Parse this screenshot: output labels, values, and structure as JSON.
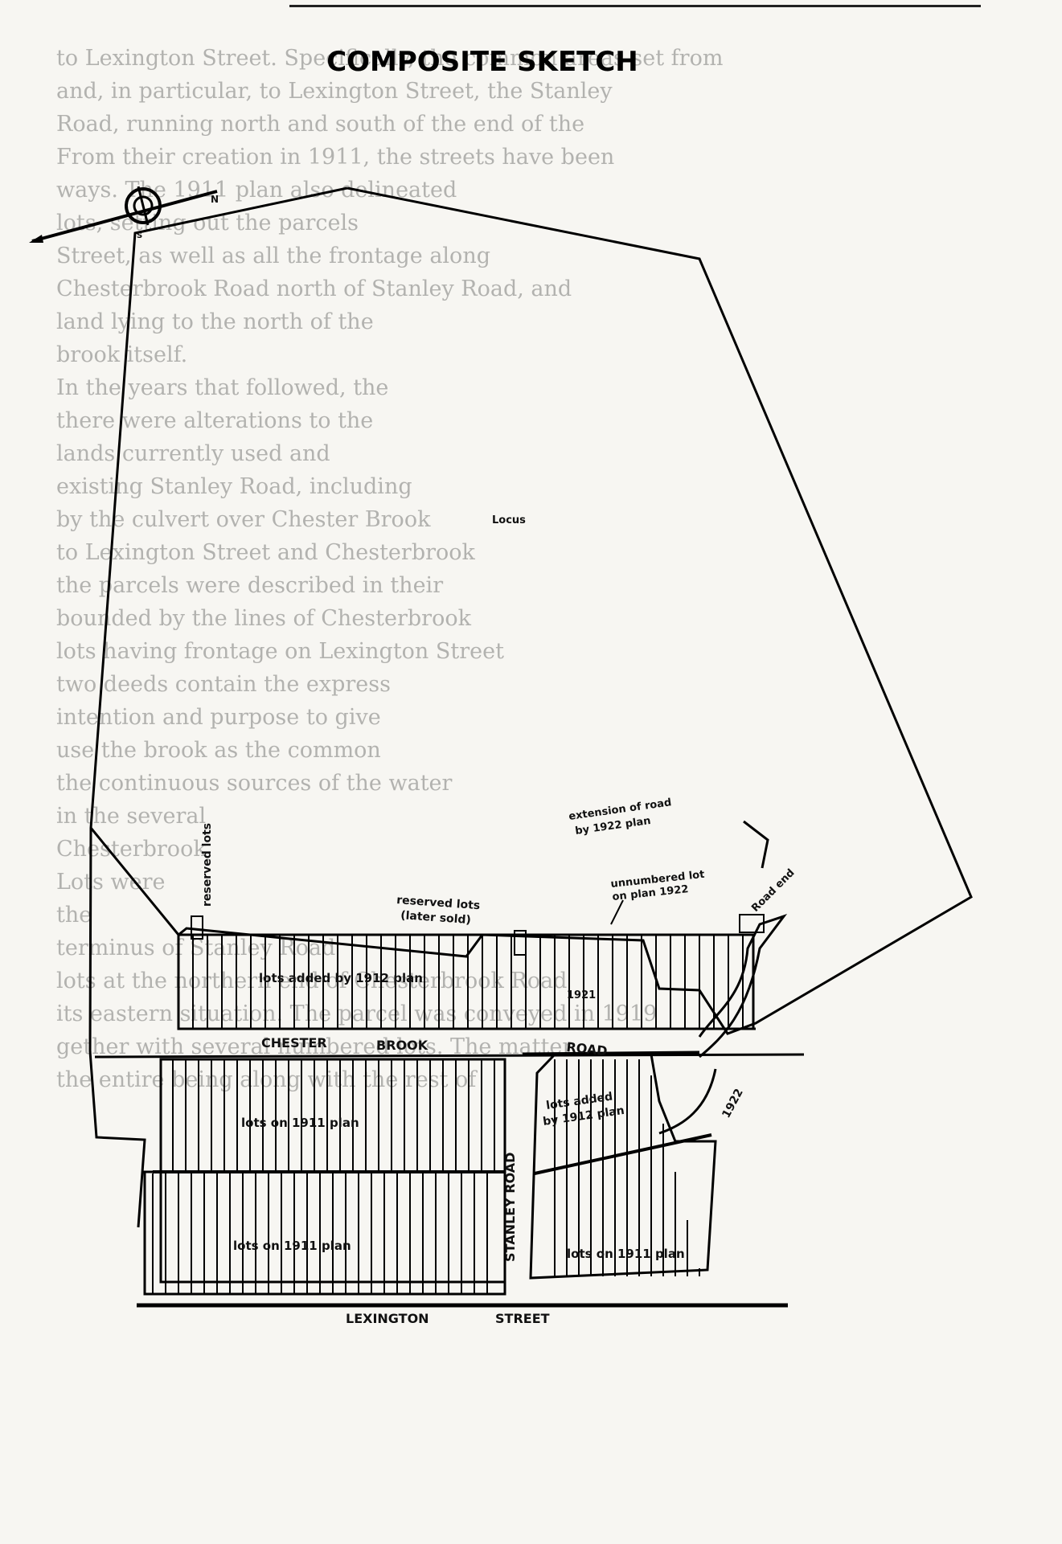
{
  "title": "COMPOSITE SKETCH",
  "labels": {
    "locus": "Locus",
    "reserved_lots_vertical": "reserved lots",
    "reserved_lots_mid": "reserved lots",
    "reserved_lots_mid2": "(later sold)",
    "lots_added_1912_top": "lots added by 1912 plan",
    "chester": "CHESTER",
    "brook": "BROOK",
    "road_chester": "ROAD",
    "lots_1911_a": "lots on 1911 plan",
    "lots_1911_b": "lots on 1911 plan",
    "lots_1911_c": "lots on 1911 plan",
    "lots_added_1912_right_1": "lots added",
    "lots_added_1912_right_2": "by 1912 plan",
    "stanley_road": "STANLEY ROAD",
    "lexington_street": "LEXINGTON",
    "lexington_street_2": "STREET",
    "extension_1": "extension of road",
    "extension_2": "by 1922 plan",
    "unnumbered_1": "unnumbered lot",
    "unnumbered_2": "on plan 1922",
    "road_end": "Road end",
    "year_1922": "1922",
    "lot_ref": "1921"
  },
  "ghost_text_lines": [
    "to Lexington Street. Specifically, the common areas set from",
    "and, in particular, to Lexington Street, the Stanley",
    "Road, running north and south of the end of the",
    "From their creation in 1911, the streets have been",
    "ways. The 1911 plan also delineated",
    "lots, setting out the parcels",
    "Street, as well as all the frontage along",
    "Chesterbrook Road north of Stanley Road, and",
    "land lying to the north of the",
    "brook itself.",
    "In the years that followed, the",
    "there were alterations to the",
    "lands currently used and",
    "existing Stanley Road, including",
    "by the culvert over Chester Brook",
    "to Lexington Street and Chesterbrook",
    "the parcels were described in their",
    "bounded by the lines of Chesterbrook",
    "lots having frontage on Lexington Street",
    "two deeds contain the express",
    "intention and purpose to give",
    "use the brook as the common",
    "the continuous sources of the water",
    "in the several",
    "Chesterbrook",
    "Lots were",
    "the",
    "terminus of Stanley Road",
    "lots at the northern end of Chesterbrook Road",
    "its eastern situation. The parcel was conveyed in 1919",
    "gether with several numbered lots. The matter",
    "the entire being along with the rest of"
  ],
  "compass": {
    "label_n": "N",
    "label_s": "S"
  }
}
